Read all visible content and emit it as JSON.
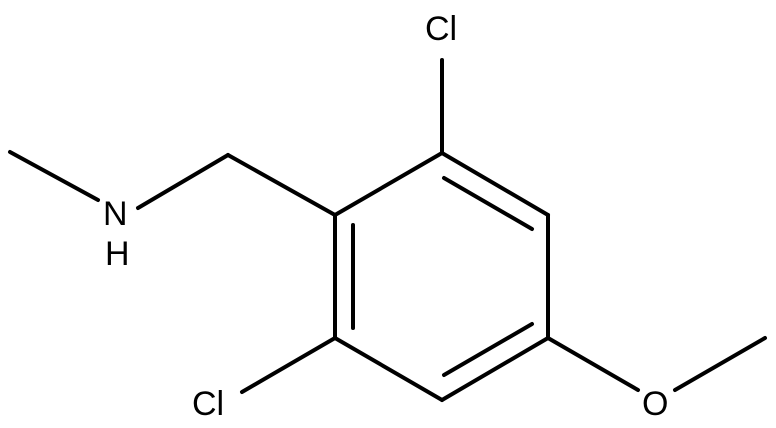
{
  "molecule": {
    "atoms": {
      "cl_top": "Cl",
      "cl_bottom": "Cl",
      "nitrogen": "N",
      "nitrogen_h": "H",
      "oxygen": "O"
    }
  },
  "colors": {
    "bond": "#000000",
    "label": "#000000",
    "background": "#ffffff"
  }
}
